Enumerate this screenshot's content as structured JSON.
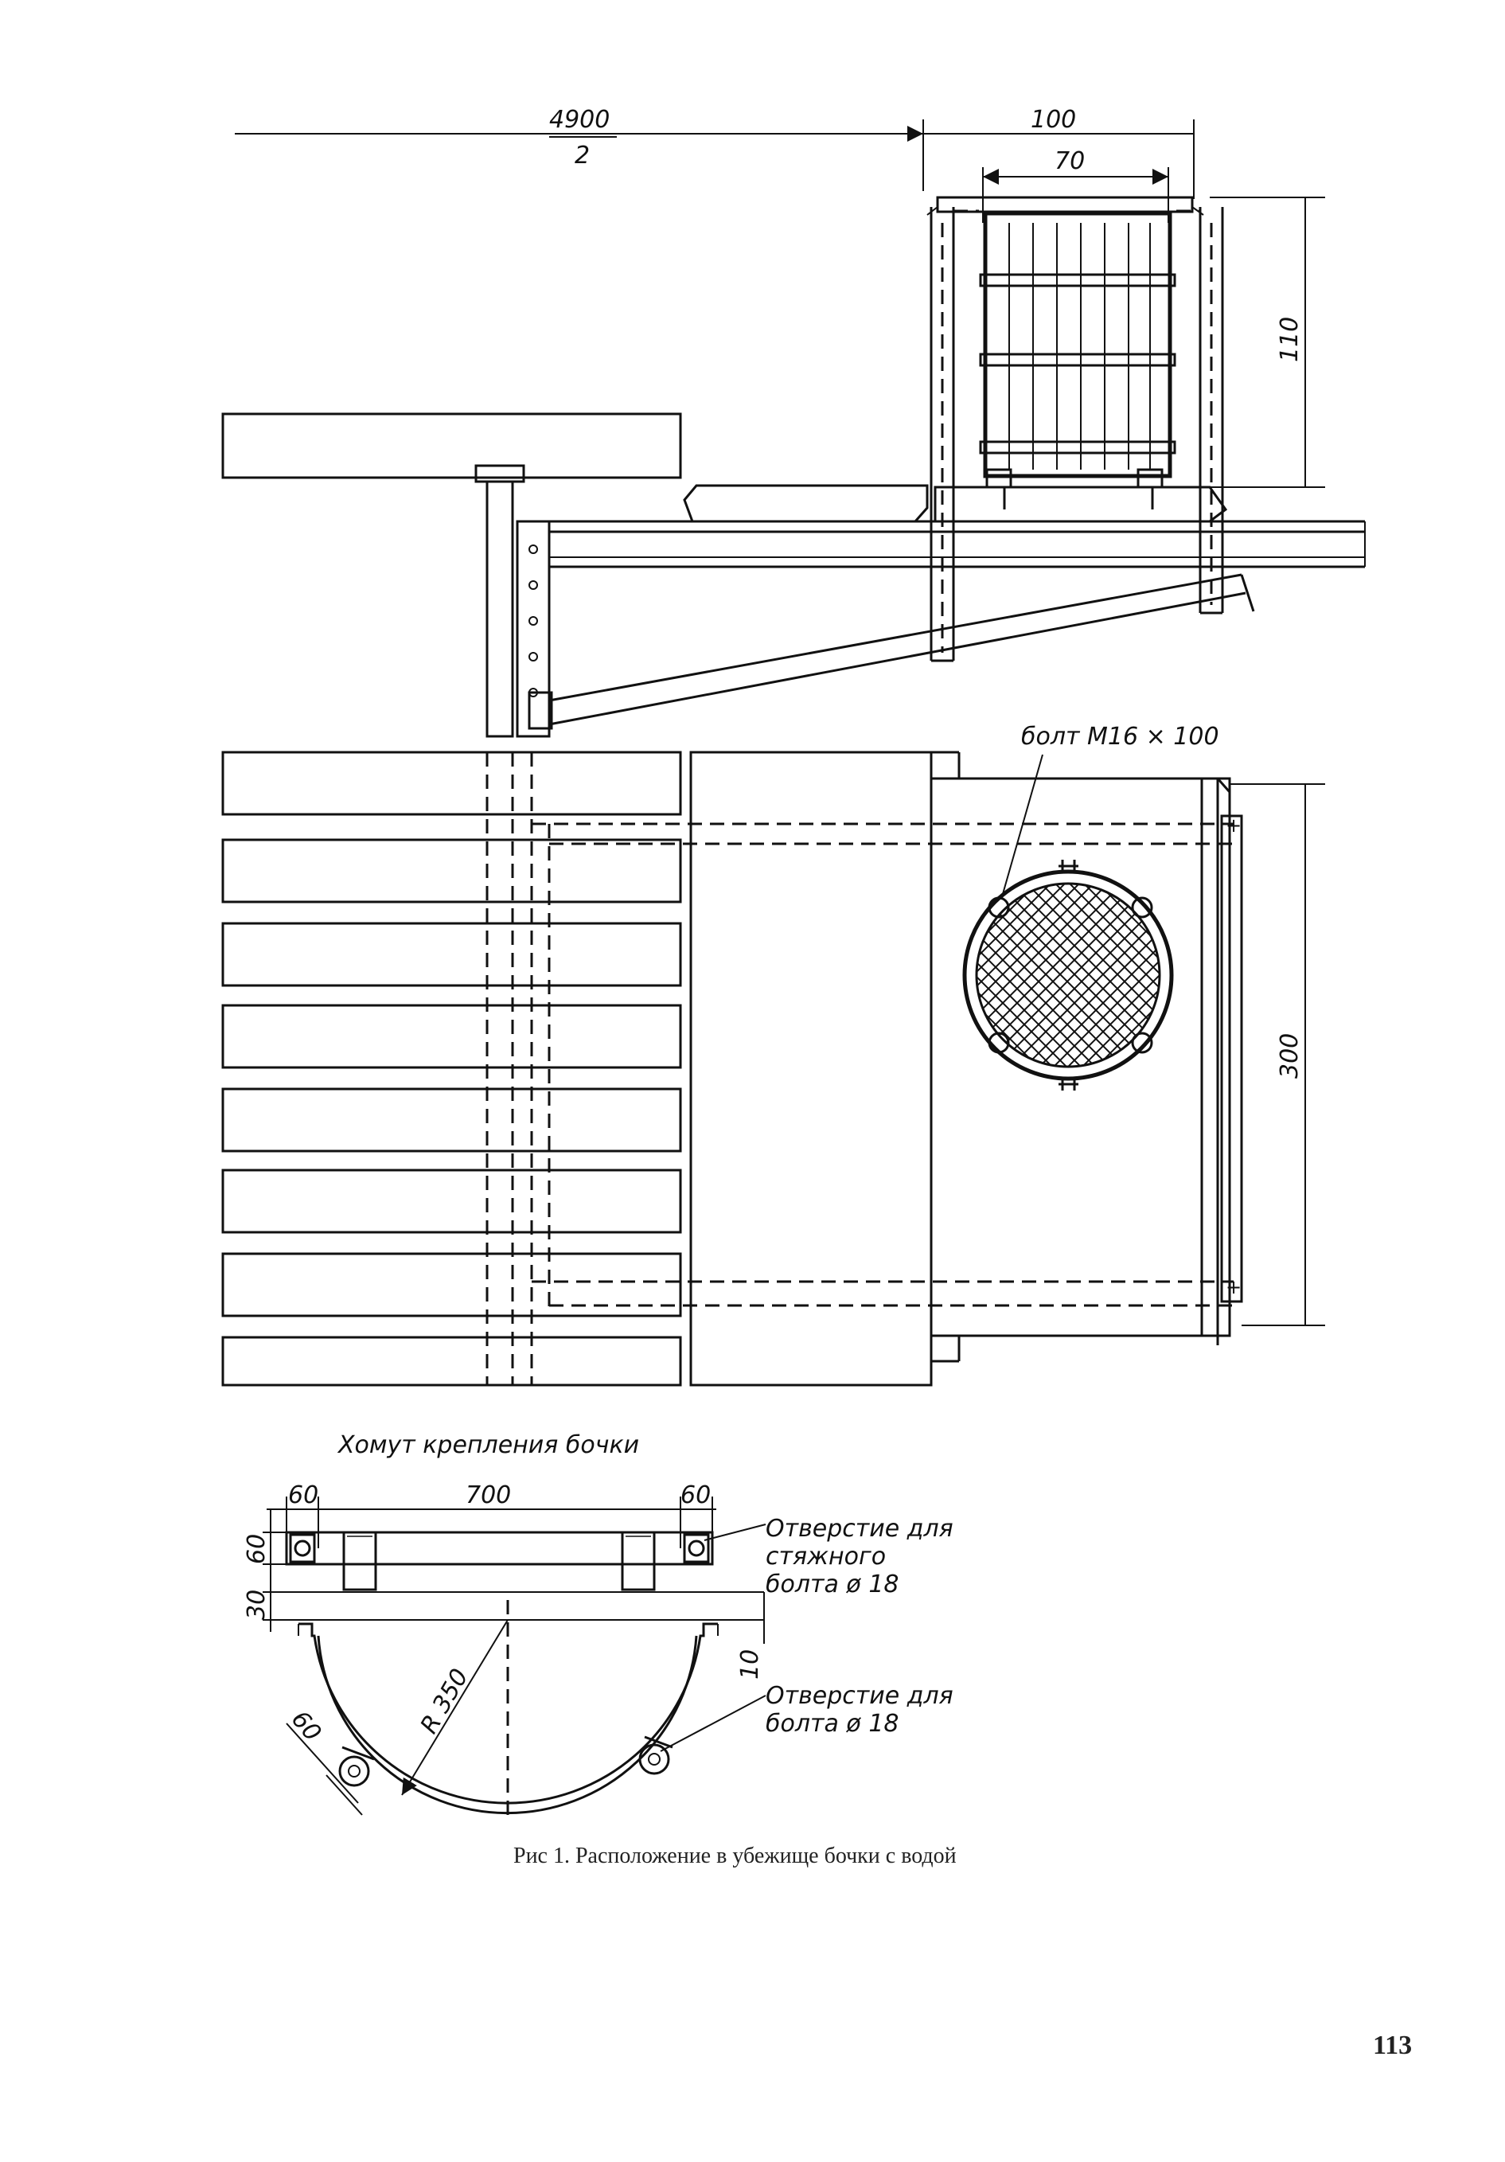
{
  "dimensions": {
    "half_span_numerator": "4900",
    "half_span_denominator": "2",
    "support_width": "100",
    "barrel_width": "70",
    "barrel_height": "110",
    "plan_depth": "300",
    "clamp_end_left": "60",
    "clamp_length": "700",
    "clamp_end_right": "60",
    "clamp_height": "60",
    "clamp_gap": "30",
    "clamp_offset": "10",
    "clamp_radius": "R 350",
    "lug_size": "60"
  },
  "labels": {
    "bolt": "болт М16 × 100",
    "clamp_title": "Хомут крепления бочки",
    "hole_tie_line1": "Отверстие для",
    "hole_tie_line2": "стяжного",
    "hole_tie_line3": "болта ø 18",
    "hole_bolt_line1": "Отверстие для",
    "hole_bolt_line2": "болта ø 18"
  },
  "caption": "Рис 1. Расположение в убежище бочки с водой",
  "page_number": "113"
}
